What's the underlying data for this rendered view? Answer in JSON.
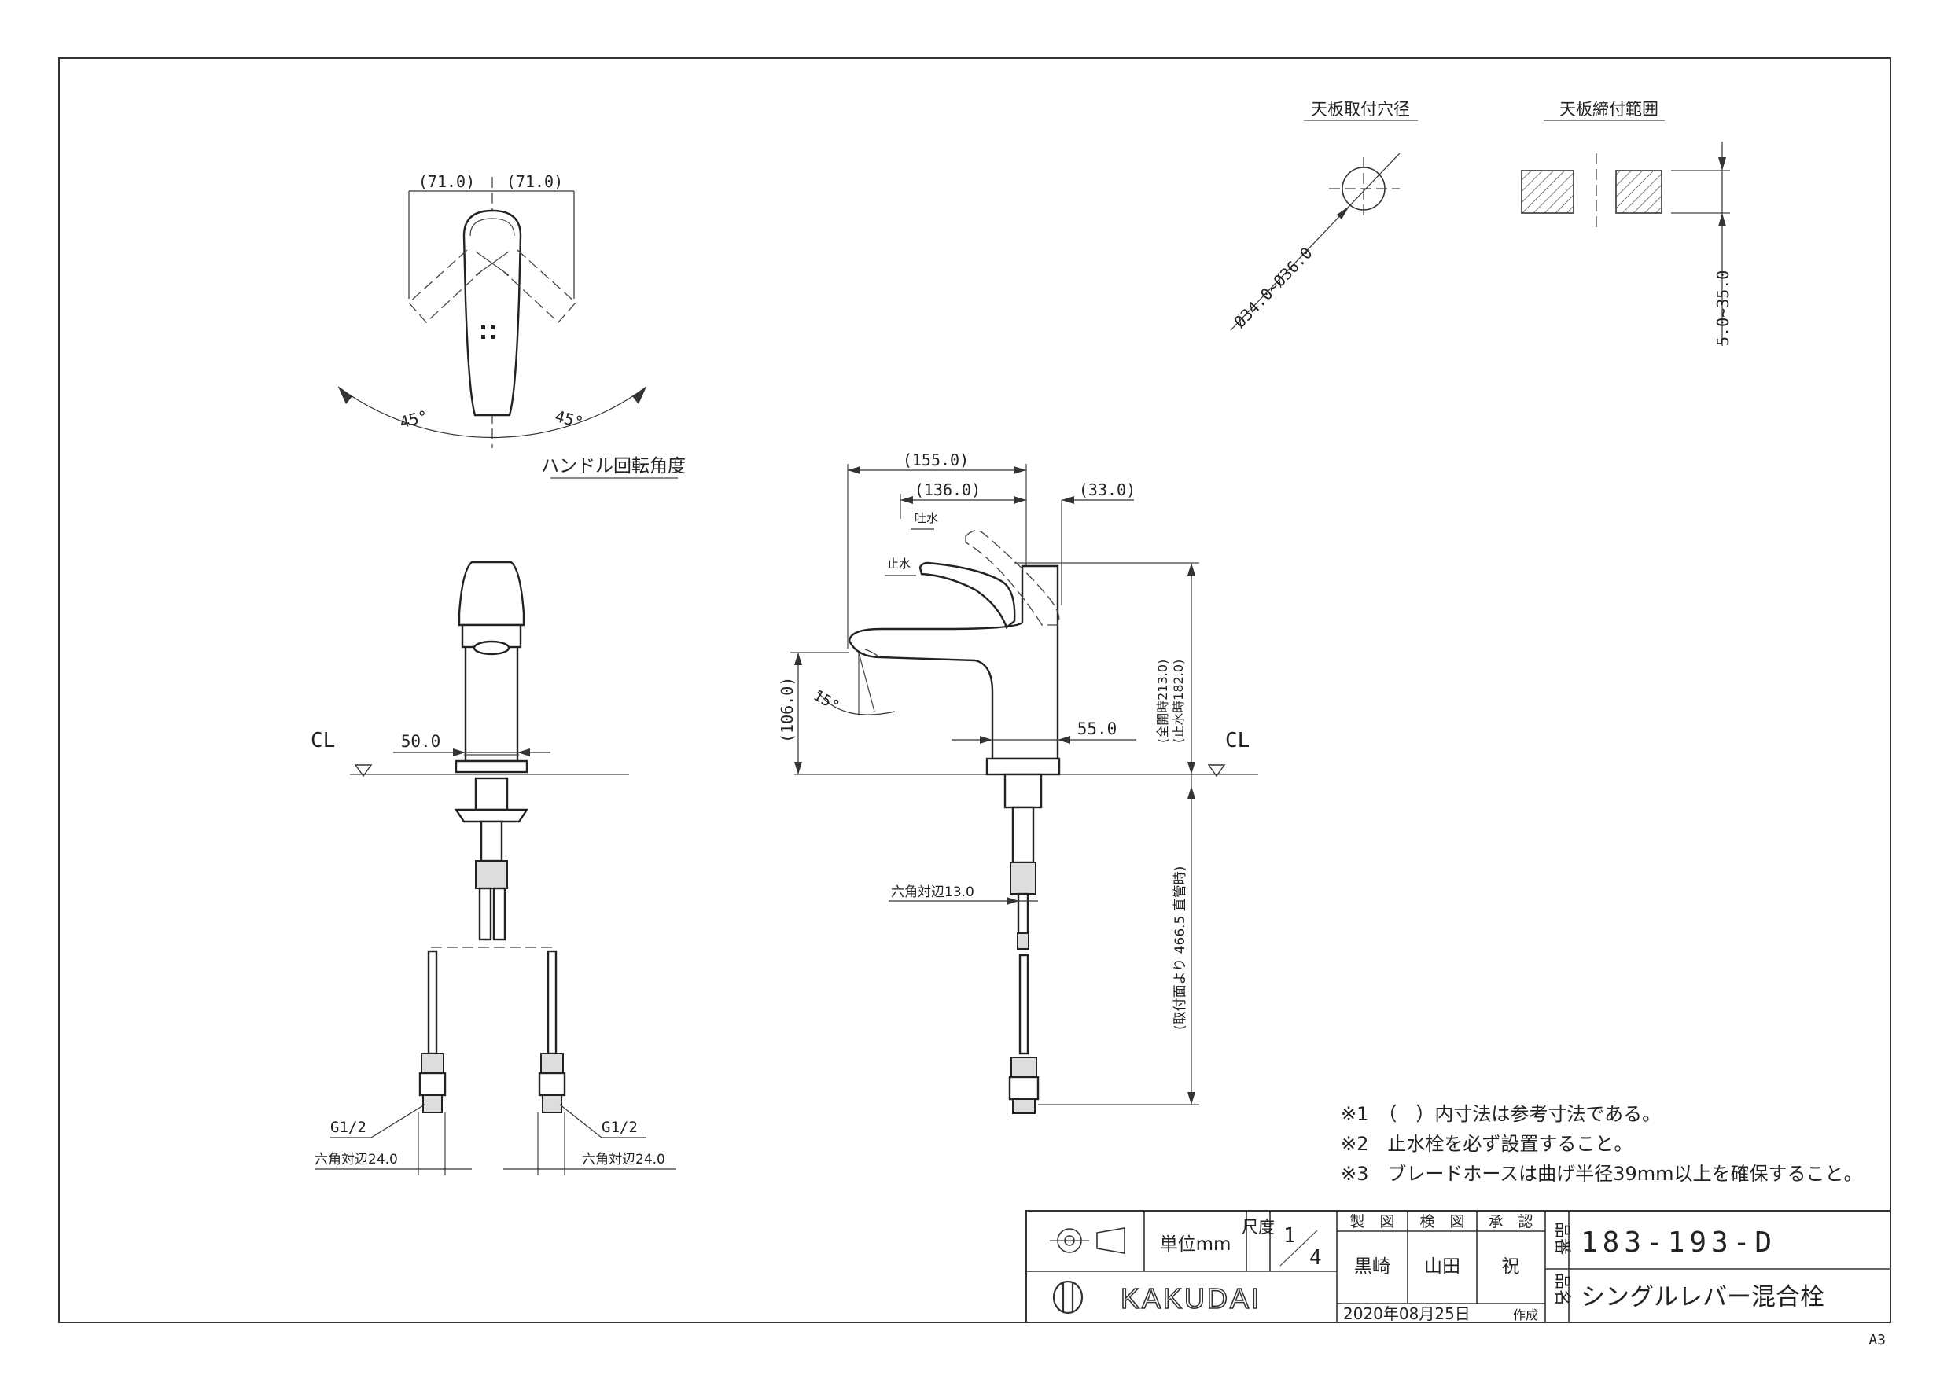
{
  "labels": {
    "hole_title": "天板取付穴径",
    "clamp_title": "天板締付範囲",
    "hole_dim": "Ø34.0~Ø36.0",
    "clamp_dim": "5.0~35.0",
    "handle_title": "ハンドル回転角度",
    "top_w_left": "(71.0)",
    "top_w_right": "(71.0)",
    "angle_left": "45°",
    "angle_right": "45°",
    "cl_left": "CL",
    "cl_right": "CL",
    "front_50": "50.0",
    "g_left": "G1/2",
    "g_right": "G1/2",
    "hex_left": "六角対辺24.0",
    "hex_right": "六角対辺24.0",
    "side_155": "(155.0)",
    "side_136": "(136.0)",
    "side_33": "(33.0)",
    "spout_open": "吐水",
    "spout_stop": "止水",
    "side_106": "(106.0)",
    "side_15": "15°",
    "side_55": "55.0",
    "side_213": "(全開時213.0)",
    "side_182": "(止水時182.0)",
    "side_hex13": "六角対辺13.0",
    "side_466": "(取付面より 466.5 直管時)"
  },
  "notes": [
    "※1　（　）内寸法は参考寸法である。",
    "※2　止水栓を必ず設置すること。",
    "※3　ブレードホースは曲げ半径39mm以上を確保すること。"
  ],
  "title_block": {
    "unit": "単位mm",
    "scale_label": "尺度",
    "scale_num": "1",
    "scale_den": "4",
    "h_drawn": "製　図",
    "h_checked": "検　図",
    "h_approved": "承　認",
    "drawn_by": "黒崎",
    "checked_by": "山田",
    "approved_by": "祝",
    "date": "2020年08月25日",
    "date_suffix": "作成",
    "part_no_label": "品番",
    "part_no": "183-193-D",
    "name_label": "品名",
    "product_name": "シングルレバー混合栓",
    "brand": "KAKUDAI"
  },
  "sheet_size": "A3"
}
